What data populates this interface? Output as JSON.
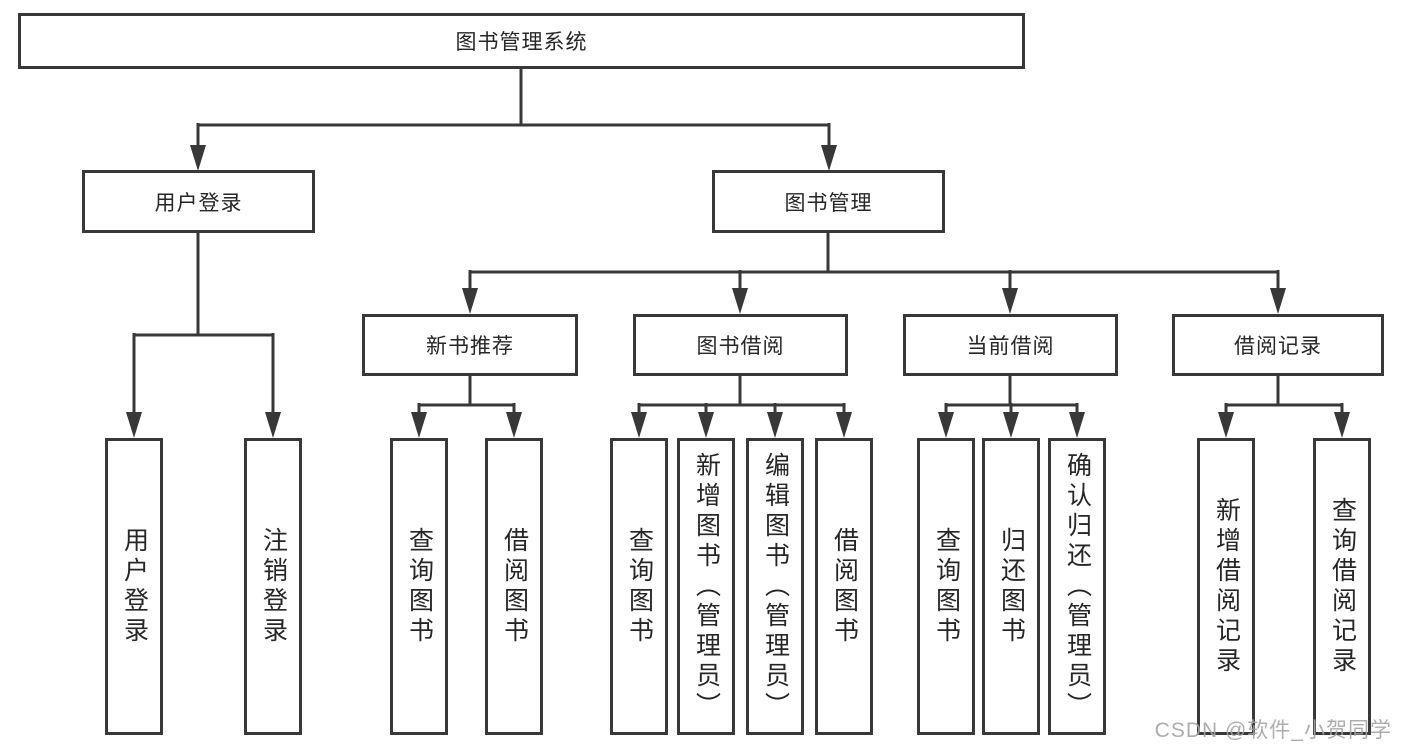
{
  "style": {
    "line_color": "#383838",
    "text_color": "#262626",
    "box_bg": "#ffffff",
    "page_bg": "#ffffff",
    "watermark_color": "#a5a5a5"
  },
  "watermark": {
    "text": "CSDN @软件_小贺同学"
  },
  "tree": {
    "root": {
      "label": "图书管理系统"
    },
    "children": [
      {
        "label": "用户登录",
        "children": [
          {
            "label": "用户登录"
          },
          {
            "label": "注销登录"
          }
        ]
      },
      {
        "label": "图书管理",
        "children": [
          {
            "label": "新书推荐",
            "children": [
              {
                "label": "查询图书"
              },
              {
                "label": "借阅图书"
              }
            ]
          },
          {
            "label": "图书借阅",
            "children": [
              {
                "label": "查询图书"
              },
              {
                "label": "新增图书（管理员）"
              },
              {
                "label": "编辑图书（管理员）"
              },
              {
                "label": "借阅图书"
              }
            ]
          },
          {
            "label": "当前借阅",
            "children": [
              {
                "label": "查询图书"
              },
              {
                "label": "归还图书"
              },
              {
                "label": "确认归还（管理员）"
              }
            ]
          },
          {
            "label": "借阅记录",
            "children": [
              {
                "label": "新增借阅记录"
              },
              {
                "label": "查询借阅记录"
              }
            ]
          }
        ]
      }
    ]
  }
}
